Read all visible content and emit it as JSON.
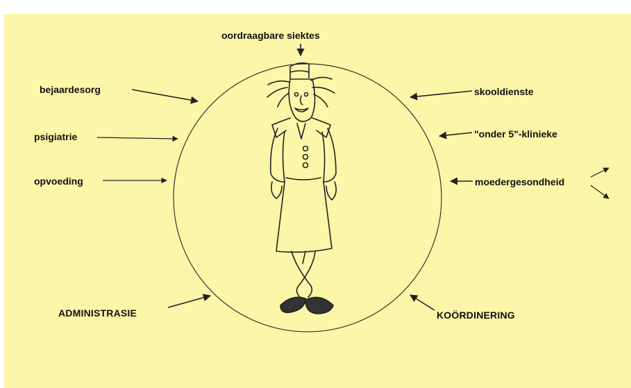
{
  "diagram": {
    "background_color": "#fbf6a8",
    "line_color": "#222222",
    "labels": {
      "top": "oordraagbare siektes",
      "left_1": "bejaardesorg",
      "left_2": "psigiatrie",
      "left_3": "opvoeding",
      "left_4": "ADMINISTRASIE",
      "right_1": "skooldienste",
      "right_2": "\"onder 5\"-klinieke",
      "right_3": "moedergesondheid",
      "right_4": "KOÖRDINERING"
    },
    "center_figure": "sketch-of-person-icon"
  }
}
